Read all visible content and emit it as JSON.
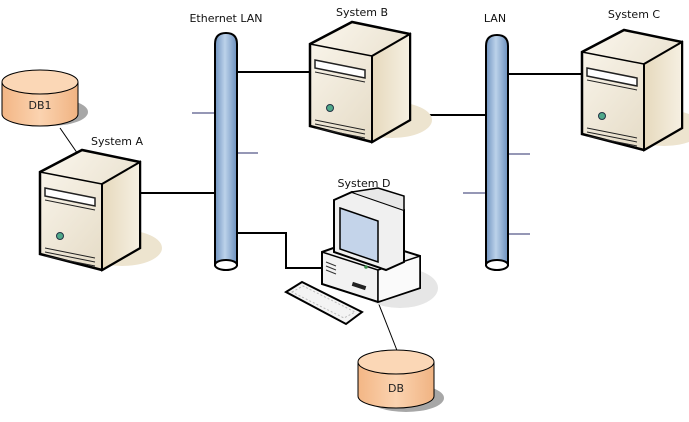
{
  "diagram": {
    "networks": [
      {
        "id": "ethernet-lan",
        "label": "Ethernet LAN"
      },
      {
        "id": "lan",
        "label": "LAN"
      }
    ],
    "systems": [
      {
        "id": "system-a",
        "label": "System A",
        "type": "server"
      },
      {
        "id": "system-b",
        "label": "System B",
        "type": "server"
      },
      {
        "id": "system-c",
        "label": "System C",
        "type": "server"
      },
      {
        "id": "system-d",
        "label": "System D",
        "type": "workstation"
      }
    ],
    "databases": [
      {
        "id": "db1",
        "label": "DB1",
        "attached_to": "system-a"
      },
      {
        "id": "db",
        "label": "DB",
        "attached_to": "system-d"
      }
    ],
    "connections": [
      {
        "from": "system-a",
        "to": "ethernet-lan"
      },
      {
        "from": "system-b",
        "to": "ethernet-lan"
      },
      {
        "from": "system-d",
        "to": "ethernet-lan"
      },
      {
        "from": "system-b",
        "to": "lan"
      },
      {
        "from": "system-c",
        "to": "lan"
      },
      {
        "from": "db1",
        "to": "system-a"
      },
      {
        "from": "db",
        "to": "system-d"
      }
    ],
    "colors": {
      "bus_fill": "#8fb2d8",
      "server_fill": "#efe6d2",
      "db_fill": "#f8c79e",
      "stroke": "#000000",
      "stub_line": "#2b2f6b"
    }
  }
}
